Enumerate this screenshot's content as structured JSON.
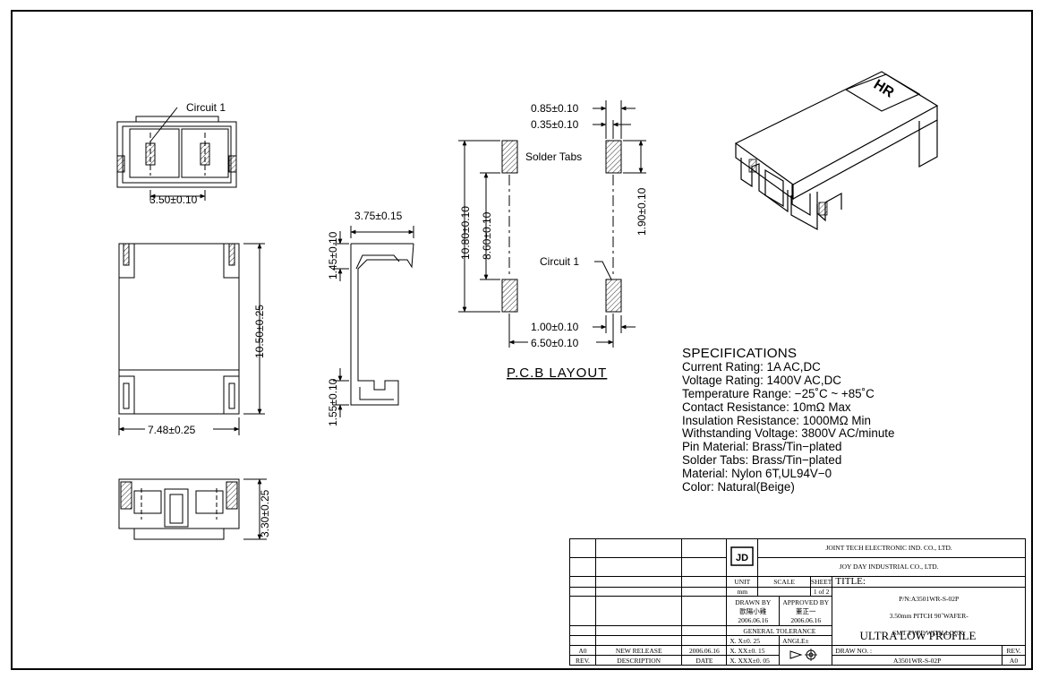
{
  "front_view": {
    "circuit_label": "Circuit 1",
    "pitch_dim": "3.50±0.10"
  },
  "top_view": {
    "width_dim": "7.48±0.25",
    "length_dim": "10.50±0.25"
  },
  "bottom_view": {
    "height_dim": "3.30±0.25"
  },
  "side_view": {
    "depth_dim": "3.75±0.15",
    "top_tab_dim": "1.45±0.10",
    "bottom_tab_dim": "1.55±0.10"
  },
  "pcb_layout": {
    "title": "P.C.B LAYOUT",
    "tab_width_dim": "0.85±0.10",
    "tab_offset_dim": "0.35±0.10",
    "solder_tabs_label": "Solder Tabs",
    "overall_length_dim": "10.80±0.10",
    "inner_length_dim": "8.60±0.10",
    "tab_length_dim": "1.90±0.10",
    "circuit_label": "Circuit 1",
    "pad_width_dim": "1.00±0.10",
    "overall_width_dim": "6.50±0.10"
  },
  "specifications": {
    "title": "SPECIFICATIONS",
    "lines": [
      "Current Rating: 1A AC,DC",
      "Voltage Rating: 1400V AC,DC",
      "Temperature Range: −25˚C ~ +85˚C",
      "Contact Resistance: 10mΩ Max",
      "Insulation Resistance: 1000MΩ Min",
      "Withstanding Voltage: 3800V AC/minute",
      "Pin Material: Brass/Tin−plated",
      "Solder Tabs: Brass/Tin−plated",
      "Material: Nylon 6T,UL94V−0",
      "Color: Natural(Beige)"
    ]
  },
  "title_block": {
    "company_1": "JOINT TECH ELECTRONIC IND. CO., LTD.",
    "company_2": "JOY DAY INDUSTRIAL CO., LTD.",
    "unit_label": "UNIT",
    "unit_value": "mm",
    "scale_label": "SCALE",
    "sheet_label": "SHEET",
    "sheet_value": "1 of 2",
    "title_label": "TITLE:",
    "drawn_by_label": "DRAWN BY",
    "drawn_by_name": "歐陽小雞",
    "drawn_date": "2006.06.16",
    "approved_by_label": "APPROVED BY",
    "approved_by_name": "董正一",
    "approved_date": "2006.06.16",
    "tolerance_label": "GENERAL TOLERANCE",
    "tol_1": "X. X±0. 25",
    "tol_2": "X. XX±0. 15",
    "tol_3": "X. XXX±0. 05",
    "angle_label": "ANGLE±",
    "part_number": "P/N:A3501WR-S-02P",
    "desc_line_1": "3.50mm PITCH 90˚WAFER-",
    "desc_line_2": "SMT TYPE WITH LOCK,",
    "desc_line_3": "ULTRA LOW PROFILE",
    "draw_no_label": "DRAW NO. :",
    "draw_no_value": "A3501WR-S-02P",
    "rev_label": "REV.",
    "rev_value": "A0",
    "revision_rows": [
      {
        "rev": "A0",
        "description": "NEW RELEASE",
        "date": "2006.06.16"
      }
    ],
    "revision_headers": {
      "rev": "REV.",
      "description": "DESCRIPTION",
      "date": "DATE"
    }
  },
  "logo_text": "JD",
  "iso_marking": "HR"
}
